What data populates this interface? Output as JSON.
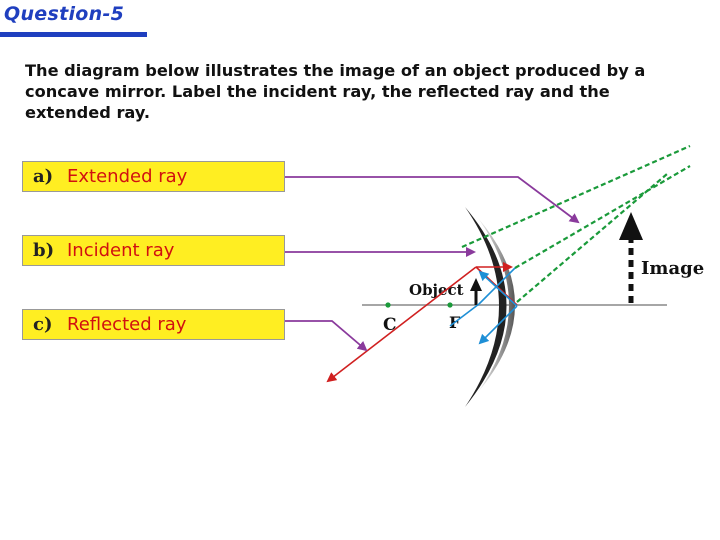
{
  "question": {
    "title": "Question-5",
    "text": "The diagram below illustrates the image of an object produced by a concave mirror.  Label the incident ray, the reflected ray and the extended ray."
  },
  "answers": [
    {
      "letter": "a)",
      "text": "Extended ray"
    },
    {
      "letter": "b)",
      "text": "Incident ray"
    },
    {
      "letter": "c)",
      "text": "Reflected ray"
    }
  ],
  "diagram": {
    "object_label": "Object",
    "image_label": "Image",
    "center_label": "C",
    "focus_label": "F"
  },
  "colors": {
    "title_blue": "#1f3fbf",
    "answer_bg": "#ffee22",
    "answer_text": "#d11010",
    "callout_line": "#8a3a9c",
    "incident_ray": "#d02020",
    "reflected_ray": "#1e8fd6",
    "extended_ray": "#1a9a3a"
  }
}
